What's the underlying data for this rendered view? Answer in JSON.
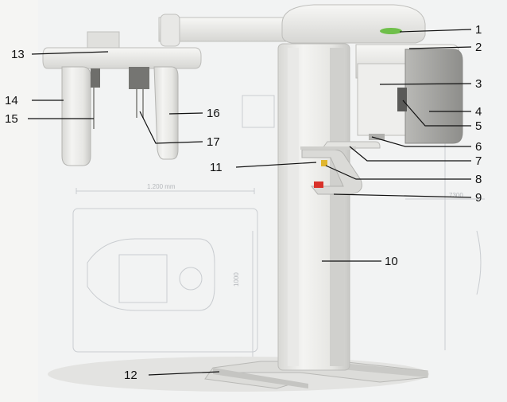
{
  "diagram": {
    "callouts": [
      {
        "id": "1",
        "label": "1"
      },
      {
        "id": "2",
        "label": "2"
      },
      {
        "id": "3",
        "label": "3"
      },
      {
        "id": "4",
        "label": "4"
      },
      {
        "id": "5",
        "label": "5"
      },
      {
        "id": "6",
        "label": "6"
      },
      {
        "id": "7",
        "label": "7"
      },
      {
        "id": "8",
        "label": "8"
      },
      {
        "id": "9",
        "label": "9"
      },
      {
        "id": "10",
        "label": "10"
      },
      {
        "id": "11",
        "label": "11"
      },
      {
        "id": "12",
        "label": "12"
      },
      {
        "id": "13",
        "label": "13"
      },
      {
        "id": "14",
        "label": "14"
      },
      {
        "id": "15",
        "label": "15"
      },
      {
        "id": "16",
        "label": "16"
      },
      {
        "id": "17",
        "label": "17"
      }
    ],
    "background_drawing": {
      "dimension_label_top": "1.200 mm",
      "dimension_label_right": "7300",
      "dimension_label_mid": "1000"
    },
    "colors": {
      "body": "#ececea",
      "body_shadow": "#cfcfcc",
      "accent_green": "#6fbf4a",
      "accent_red": "#d9322a",
      "accent_yellow": "#e0b630",
      "drawing_lines": "#c9ccd0"
    }
  }
}
